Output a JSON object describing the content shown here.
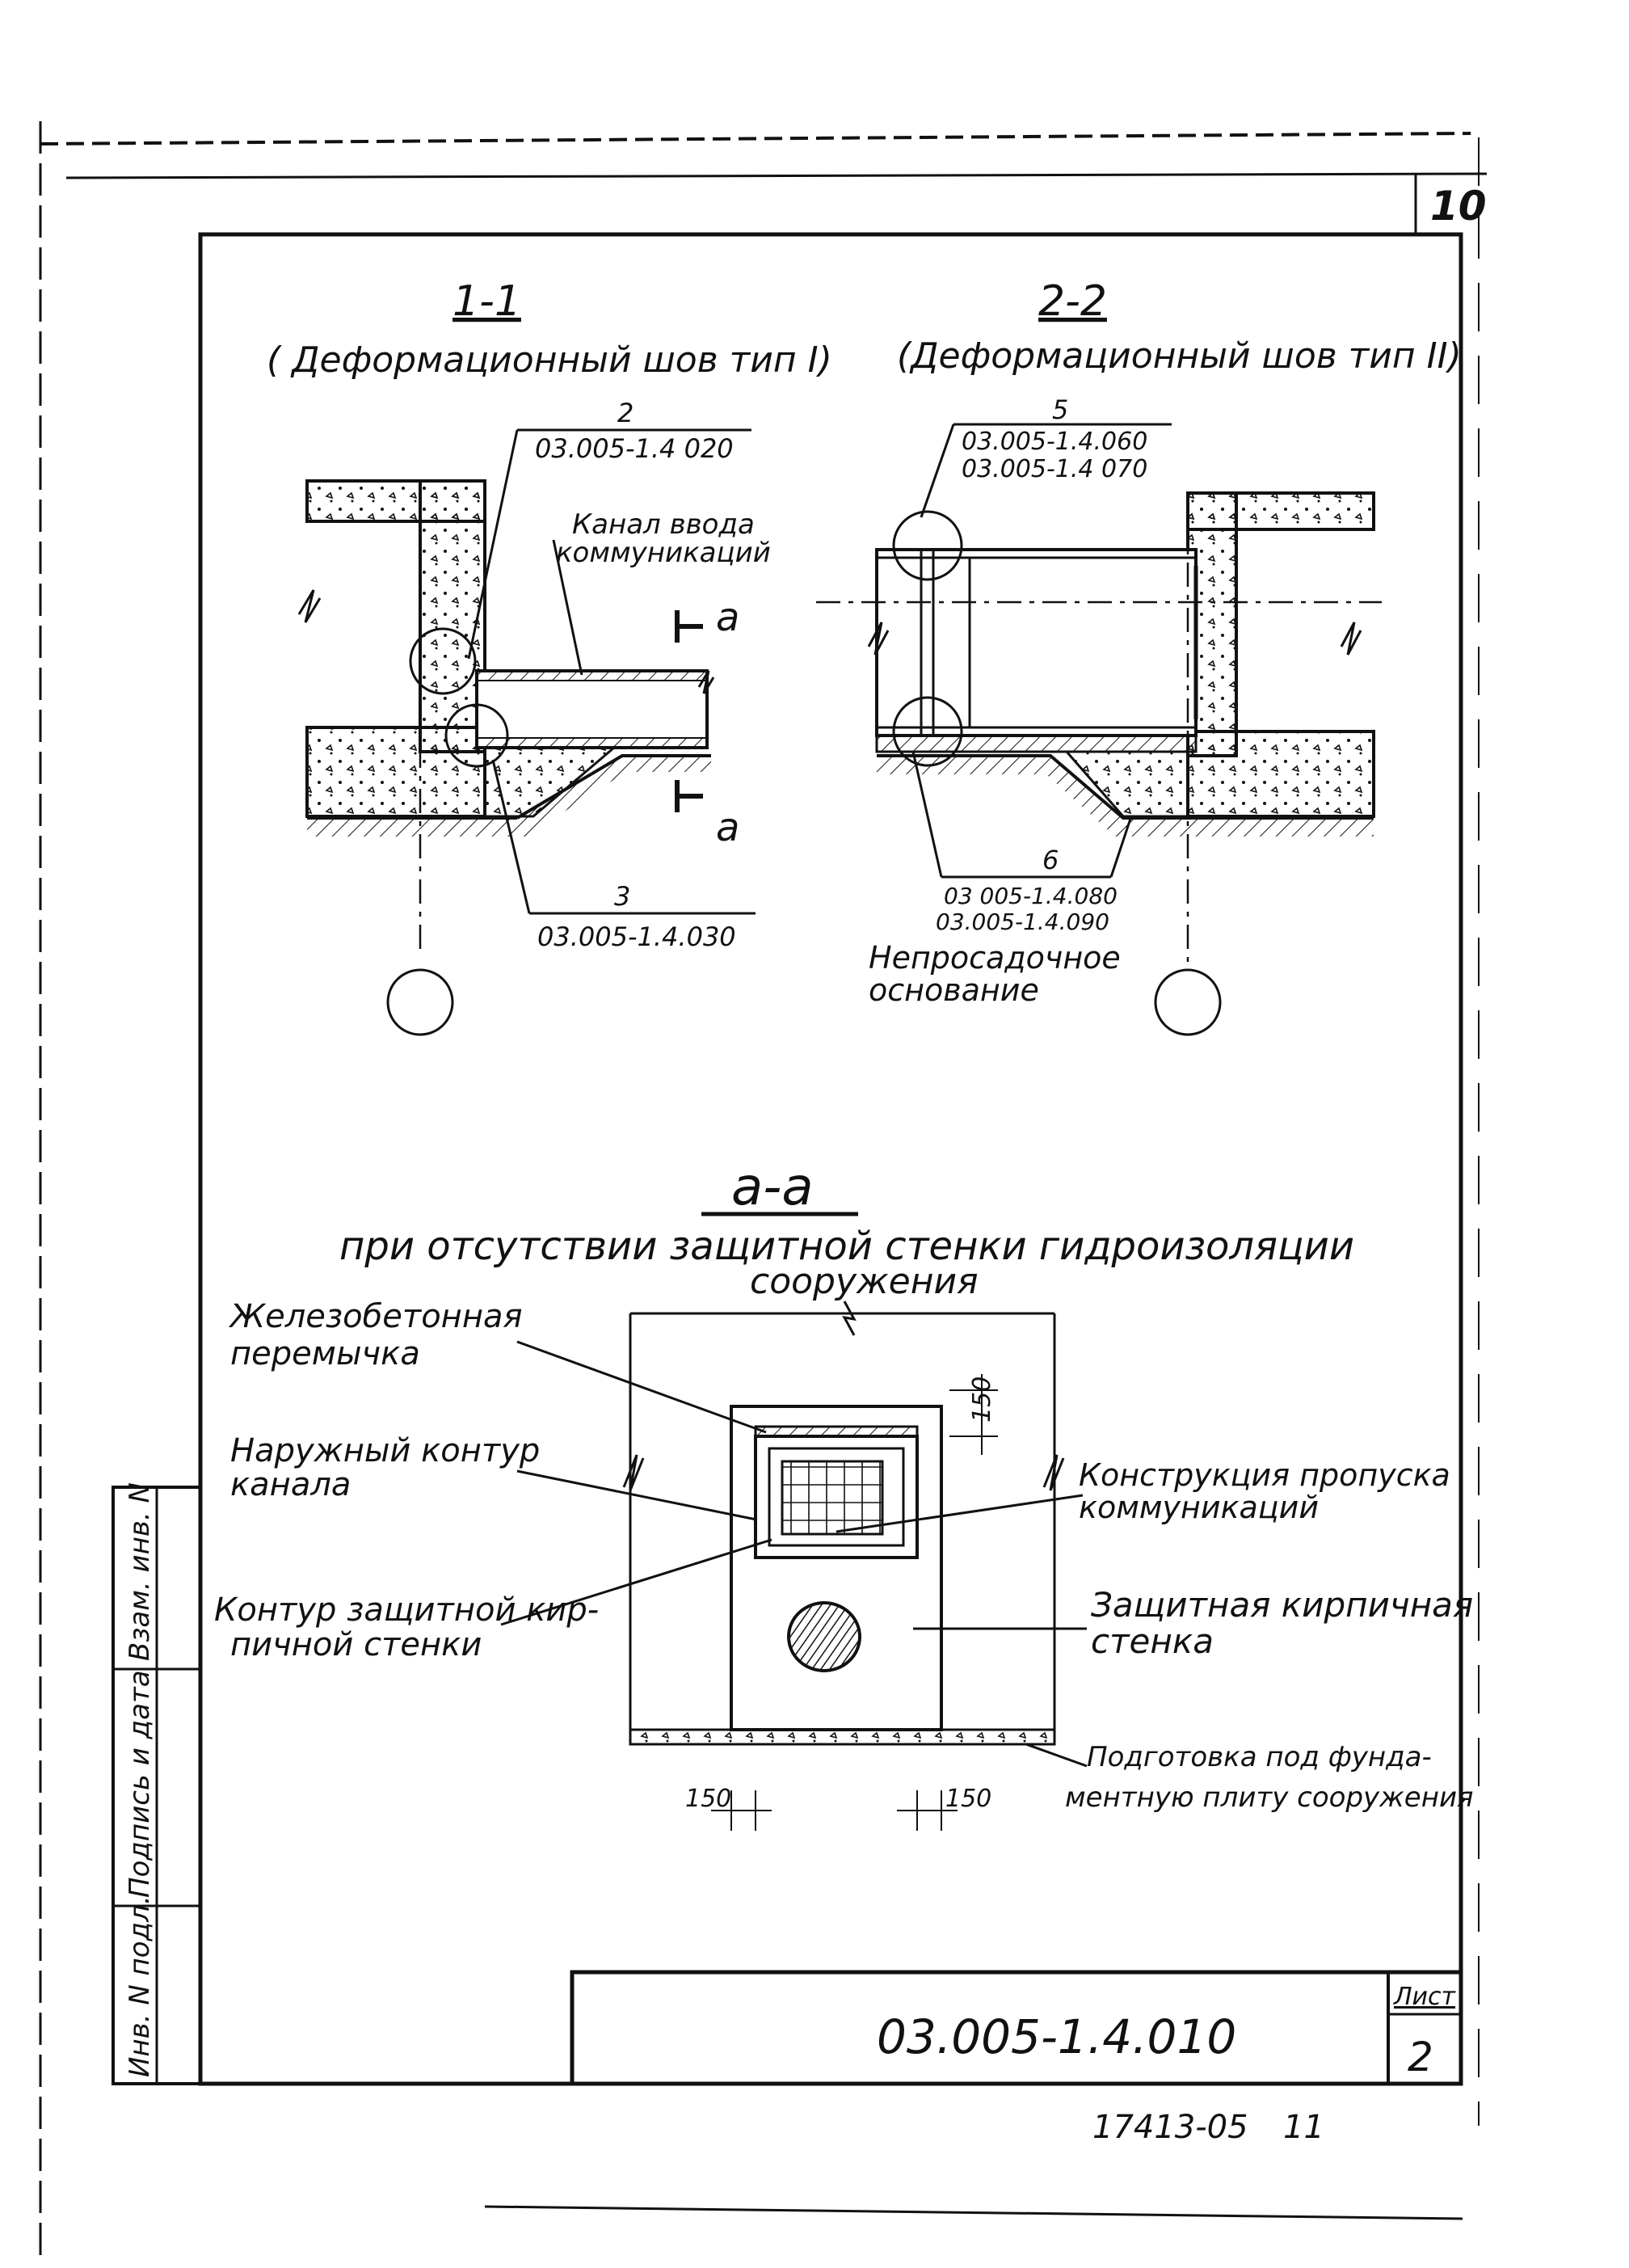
{
  "sheet": {
    "page_number": "10",
    "drawing_code": "03.005-1.4.010",
    "list_label": "Лист",
    "list_number": "2",
    "archive_number": "17413-05",
    "archive_suffix": "11"
  },
  "side_stamp": {
    "inv_no": "Инв. N подл.",
    "signature_date": "Подпись и дата",
    "replaced_inv": "Взам. инв. N"
  },
  "section_1": {
    "title": "1-1",
    "subtitle": "( Деформационный шов тип I)",
    "ref_top_num": "2",
    "ref_top_code": "03.005-1.4 020",
    "channel_label_1": "Канал ввода",
    "channel_label_2": "коммуникаций",
    "cut_mark": "а",
    "ref_bottom_num": "3",
    "ref_bottom_code": "03.005-1.4.030"
  },
  "section_2": {
    "title": "2-2",
    "subtitle": "(Деформационный шов тип II)",
    "ref_top_num": "5",
    "ref_top_code_1": "03.005-1.4.060",
    "ref_top_code_2": "03.005-1.4 070",
    "ref_bottom_num": "6",
    "ref_bottom_code_1": "03 005-1.4.080",
    "ref_bottom_code_2": "03.005-1.4.090",
    "base_label_1": "Непросадочное",
    "base_label_2": "основание"
  },
  "section_aa": {
    "title": "а-а",
    "subtitle_1": "при отсутствии защитной стенки гидроизоляции",
    "subtitle_2": "сооружения",
    "label_lintel_1": "Железобетонная",
    "label_lintel_2": "перемычка",
    "label_outer_1": "Наружный контур",
    "label_outer_2": "канала",
    "label_contour_1": "Контур защитной кир-",
    "label_contour_2": "пичной стенки",
    "label_passage_1": "Конструкция пропуска",
    "label_passage_2": "коммуникаций",
    "label_wall_1": "Защитная кирпичная",
    "label_wall_2": "стенка",
    "label_prep_1": "Подготовка под фунда-",
    "label_prep_2": "ментную плиту сооружения",
    "dim_top": "150",
    "dim_left": "150",
    "dim_right": "150"
  }
}
